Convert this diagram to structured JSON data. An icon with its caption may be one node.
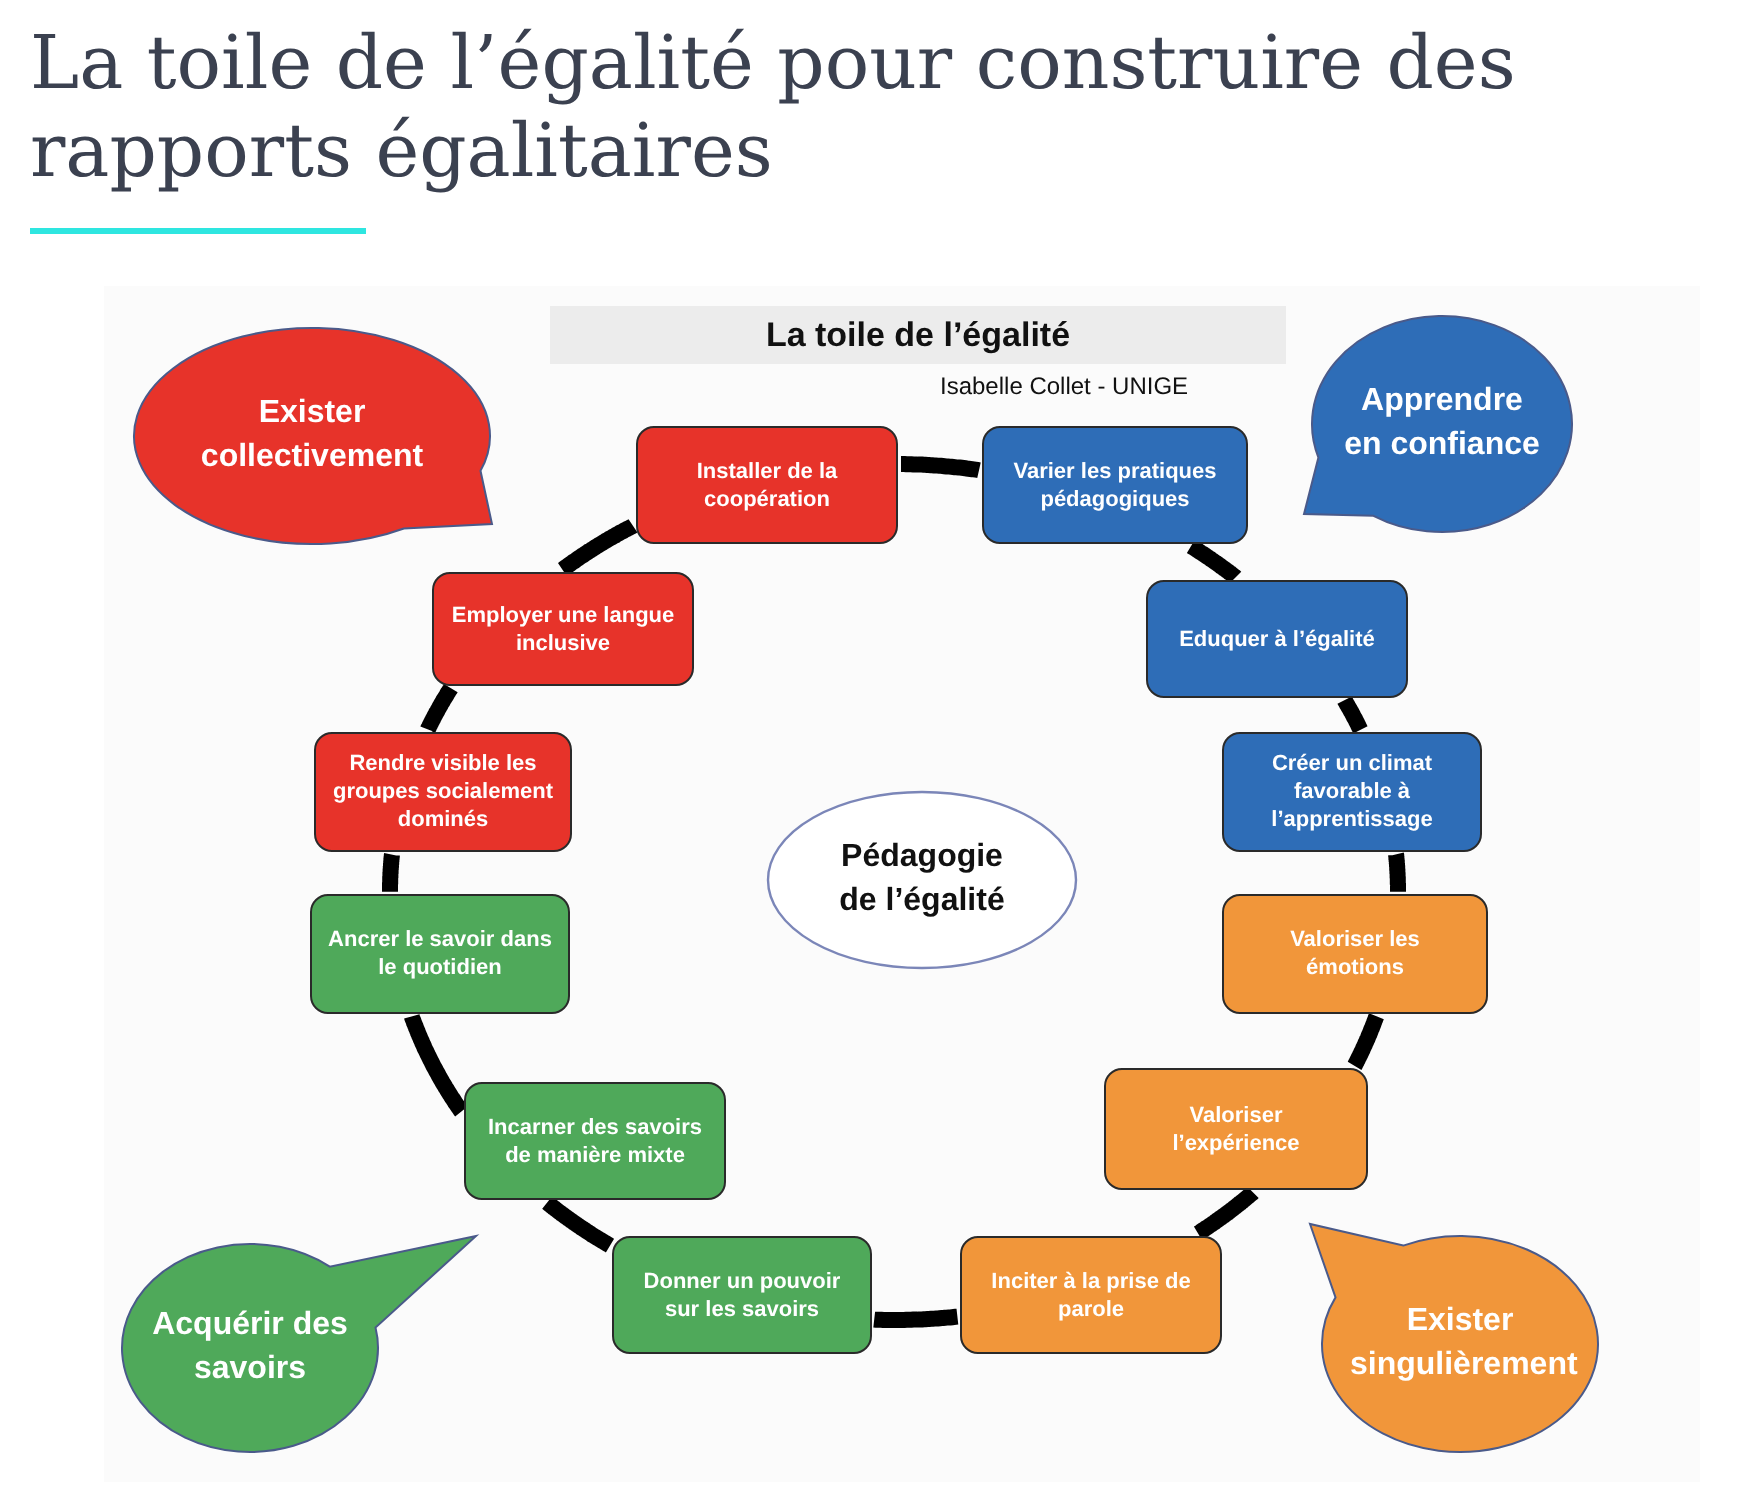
{
  "diagram": {
    "title": "La toile de l’égalité pour construire des rapports égalitaires",
    "nodes": [
      {
        "text": [
          "La toile de l’égalité"
        ]
      },
      {
        "text": [
          "Exister collectivement"
        ]
      },
      {
        "text": [
          "Apprendre en confiance"
        ]
      },
      {
        "text": [
          "Installer de la coopération"
        ]
      },
      {
        "text": [
          "Varier les pratiques pédagogiques"
        ]
      },
      {
        "text": [
          "Employer une langue inclusive"
        ]
      },
      {
        "text": [
          "Eduquer à l’égalité"
        ]
      },
      {
        "text": [
          "Rendre visible les groupes socialement dominés"
        ]
      },
      {
        "text": [
          "Créer un climat favorable à l’apprentissage"
        ]
      },
      {
        "text": [
          "Pédagogie de l’égalité"
        ]
      },
      {
        "text": [
          "Ancrer le savoir dans le quotidien"
        ]
      },
      {
        "text": [
          "Valoriser les émotions"
        ]
      },
      {
        "text": [
          "Incarner des savoirs de manière mixte"
        ]
      },
      {
        "text": [
          "Valoriser l’expérience"
        ]
      },
      {
        "text": [
          "Acquérir des savoirs"
        ]
      },
      {
        "text": [
          "Donner un pouvoir sur les savoirs"
        ]
      },
      {
        "text": [
          "Inciter à la prise de parole"
        ]
      },
      {
        "text": [
          "Exister singulièrement"
        ]
      }
    ],
    "edges": [
      {
        "from": 3,
        "to": 4,
        "arrow": "none"
      },
      {
        "from": 4,
        "to": 6,
        "arrow": "none"
      },
      {
        "from": 6,
        "to": 8,
        "arrow": "none"
      },
      {
        "from": 8,
        "to": 11,
        "arrow": "none"
      },
      {
        "from": 11,
        "to": 13,
        "arrow": "none"
      },
      {
        "from": 13,
        "to": 16,
        "arrow": "none"
      },
      {
        "from": 16,
        "to": 15,
        "arrow": "none"
      },
      {
        "from": 15,
        "to": 12,
        "arrow": "none"
      },
      {
        "from": 12,
        "to": 10,
        "arrow": "none"
      },
      {
        "from": 10,
        "to": 7,
        "arrow": "none"
      },
      {
        "from": 7,
        "to": 5,
        "arrow": "none"
      },
      {
        "from": 5,
        "to": 3,
        "arrow": "none"
      }
    ],
    "labels": [
      "Isabelle Collet - UNIGE"
    ]
  }
}
